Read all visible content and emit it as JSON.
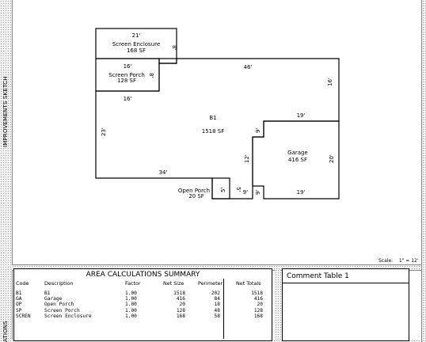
{
  "side_labels": {
    "top": "IMPROVEMENTS SKETCH",
    "bottom": "ATIONS"
  },
  "sketch": {
    "areas": [
      {
        "id": "screen-enclosure",
        "name": "Screen Enclosure",
        "area": "168 SF"
      },
      {
        "id": "screen-porch",
        "name": "Screen Porch",
        "area": "128 SF"
      },
      {
        "id": "b1",
        "name": "B1",
        "area": "1518 SF"
      },
      {
        "id": "garage",
        "name": "Garage",
        "area": "416 SF"
      },
      {
        "id": "open-porch",
        "name": "Open Porch",
        "area": "20 SF"
      }
    ],
    "dimensions": {
      "enc_top": "21'",
      "enc_side": "8'",
      "sp_top": "16'",
      "sp_side": "8'",
      "sp_bottom": "16'",
      "main_top": "46'",
      "main_right": "16'",
      "main_left": "23'",
      "main_bottom": "34'",
      "g_notch_v": "9'",
      "g_top": "19'",
      "g_left": "12'",
      "g_right": "20'",
      "g_bottom": "19'",
      "op_side": "5'",
      "op_side2": "5'",
      "op_bottom": "9'",
      "g_notch_b": "9'"
    }
  },
  "scale": {
    "label": "Scale:",
    "value": "1\" = 12'"
  },
  "summary": {
    "title": "AREA CALCULATIONS SUMMARY",
    "headers": {
      "code": "Code",
      "description": "Description",
      "factor": "Factor",
      "net_size": "Net Size",
      "perimeter": "Perimeter",
      "net_totals": "Net Totals"
    },
    "rows": [
      {
        "code": "B1",
        "description": "B1",
        "factor": "1.00",
        "net_size": "1518",
        "perimeter": "202",
        "net_total": "1518"
      },
      {
        "code": "GA",
        "description": "Garage",
        "factor": "1.00",
        "net_size": "416",
        "perimeter": "84",
        "net_total": "416"
      },
      {
        "code": "OP",
        "description": "Open Porch",
        "factor": "1.00",
        "net_size": "20",
        "perimeter": "18",
        "net_total": "20"
      },
      {
        "code": "SP",
        "description": "Screen Porch",
        "factor": "1.00",
        "net_size": "128",
        "perimeter": "48",
        "net_total": "128"
      },
      {
        "code": "SCREN",
        "description": "Screen Enclosure",
        "factor": "1.00",
        "net_size": "168",
        "perimeter": "58",
        "net_total": "168"
      }
    ]
  },
  "comment": {
    "title": "Comment Table 1"
  }
}
